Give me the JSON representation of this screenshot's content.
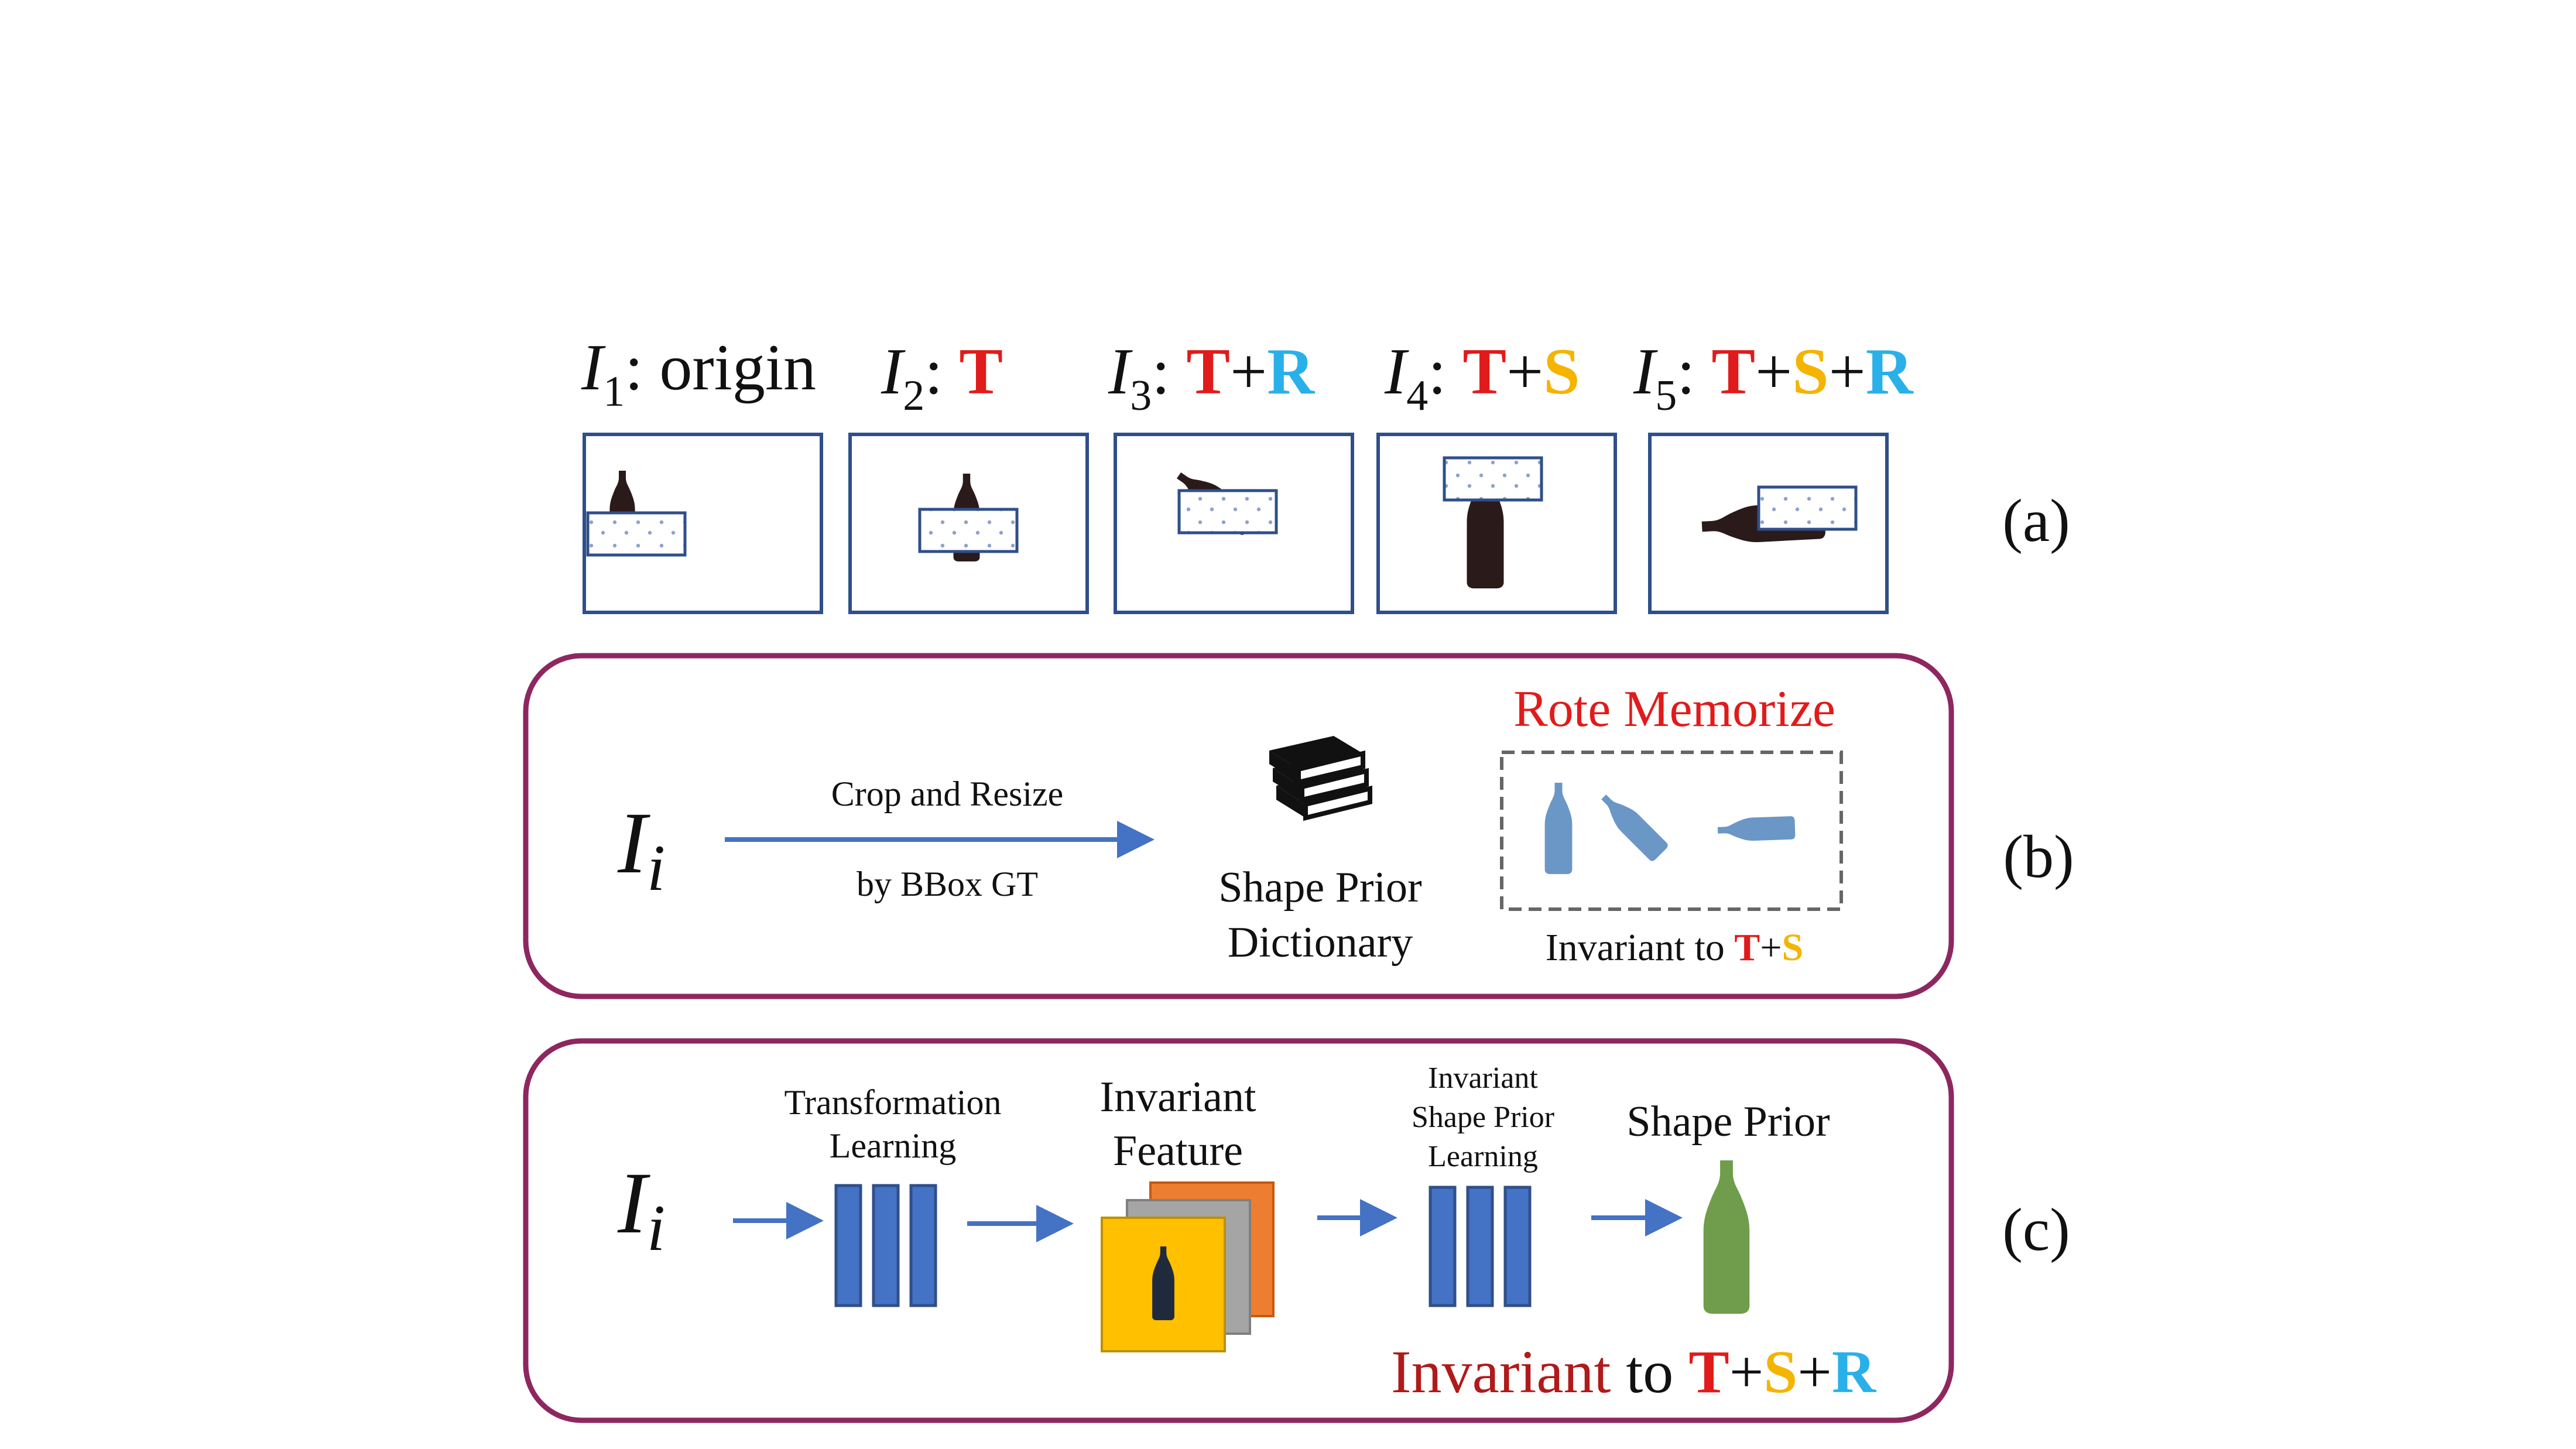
{
  "colors": {
    "t": "#e11b1b",
    "s": "#f4b400",
    "r": "#2ab0e8",
    "frame_blue": "#2f4f8a",
    "panel_border": "#8e2760",
    "arrow": "#4472c4",
    "layer_block": "#4472c4",
    "bottle_blue": "#6b97c7",
    "bottle_green": "#6f9d4c",
    "rote_red": "#e11b1b",
    "invariant_dark_red": "#b01a1a"
  },
  "icons": [
    "books-icon",
    "bottle-icon"
  ],
  "panel_a": {
    "images": [
      {
        "symbol": "I",
        "sub": "1",
        "sep": ": ",
        "plain": "origin",
        "t": "",
        "plus1": "",
        "s": "",
        "plus2": "",
        "r": ""
      },
      {
        "symbol": "I",
        "sub": "2",
        "sep": ": ",
        "plain": "",
        "t": "T",
        "plus1": "",
        "s": "",
        "plus2": "",
        "r": ""
      },
      {
        "symbol": "I",
        "sub": "3",
        "sep": ": ",
        "plain": "",
        "t": "T",
        "plus1": "+",
        "s": "",
        "plus2": "",
        "r": "R"
      },
      {
        "symbol": "I",
        "sub": "4",
        "sep": ": ",
        "plain": "",
        "t": "T",
        "plus1": "+",
        "s": "S",
        "plus2": "",
        "r": ""
      },
      {
        "symbol": "I",
        "sub": "5",
        "sep": ": ",
        "plain": "",
        "t": "T",
        "plus1": "+",
        "s": "S",
        "plus2": "+",
        "r": "R"
      }
    ],
    "tag": "(a)"
  },
  "panel_b": {
    "input": {
      "symbol": "I",
      "sub": "i"
    },
    "arrow_top": "Crop and Resize",
    "arrow_bottom": "by BBox GT",
    "dict_line1": "Shape Prior",
    "dict_line2": "Dictionary",
    "rote": "Rote Memorize",
    "inv_prefix": "Invariant to ",
    "inv_t": "T",
    "inv_plus": "+",
    "inv_s": "S",
    "tag": "(b)"
  },
  "panel_c": {
    "input": {
      "symbol": "I",
      "sub": "i"
    },
    "tl_line1": "Transformation",
    "tl_line2": "Learning",
    "if_line1": "Invariant",
    "if_line2": "Feature",
    "isp_line1": "Invariant",
    "isp_line2": "Shape Prior",
    "isp_line3": "Learning",
    "sp": "Shape Prior",
    "inv_word": "Invariant",
    "inv_to": " to ",
    "inv_t": "T",
    "inv_plus1": "+",
    "inv_s": "S",
    "inv_plus2": "+",
    "inv_r": "R",
    "tag": "(c)"
  }
}
